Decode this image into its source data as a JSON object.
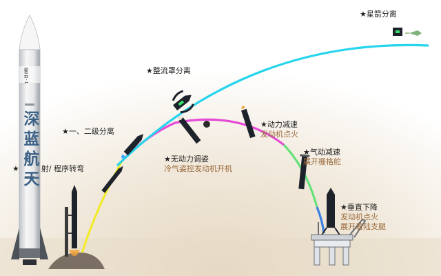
{
  "colors": {
    "background_sand": "#ebe0cf",
    "trajectory_cyan": "#26d4ec",
    "trajectory_magenta": "#e64bd6",
    "trajectory_yellow": "#f2ea2b",
    "trajectory_green": "#66e07a",
    "trajectory_blue": "#3b7fe0",
    "rocket_body": "#1e232b",
    "rocket_white": "#f4f4f4",
    "annotation_text": "#222222",
    "annotation_subtext": "#9a6a3a"
  },
  "rocket": {
    "model_label": "星云-1",
    "brand_text": "深蓝航天"
  },
  "stages": [
    {
      "title": "★星箭分离",
      "detail": ""
    },
    {
      "title": "★整流罩分离",
      "detail": ""
    },
    {
      "title": "★一、二级分离",
      "detail": ""
    },
    {
      "title": "★",
      "detail": "射/ 程序转弯"
    },
    {
      "title": "★无动力调姿",
      "detail": "冷气姿控发动机开机"
    },
    {
      "title": "★动力减速",
      "detail": "发动机点火"
    },
    {
      "title": "★气动减速",
      "detail": "展开栅格舵"
    },
    {
      "title": "★垂直下降",
      "detail": "发动机点火"
    },
    {
      "title": "",
      "detail": "展开着陆支腿"
    }
  ]
}
